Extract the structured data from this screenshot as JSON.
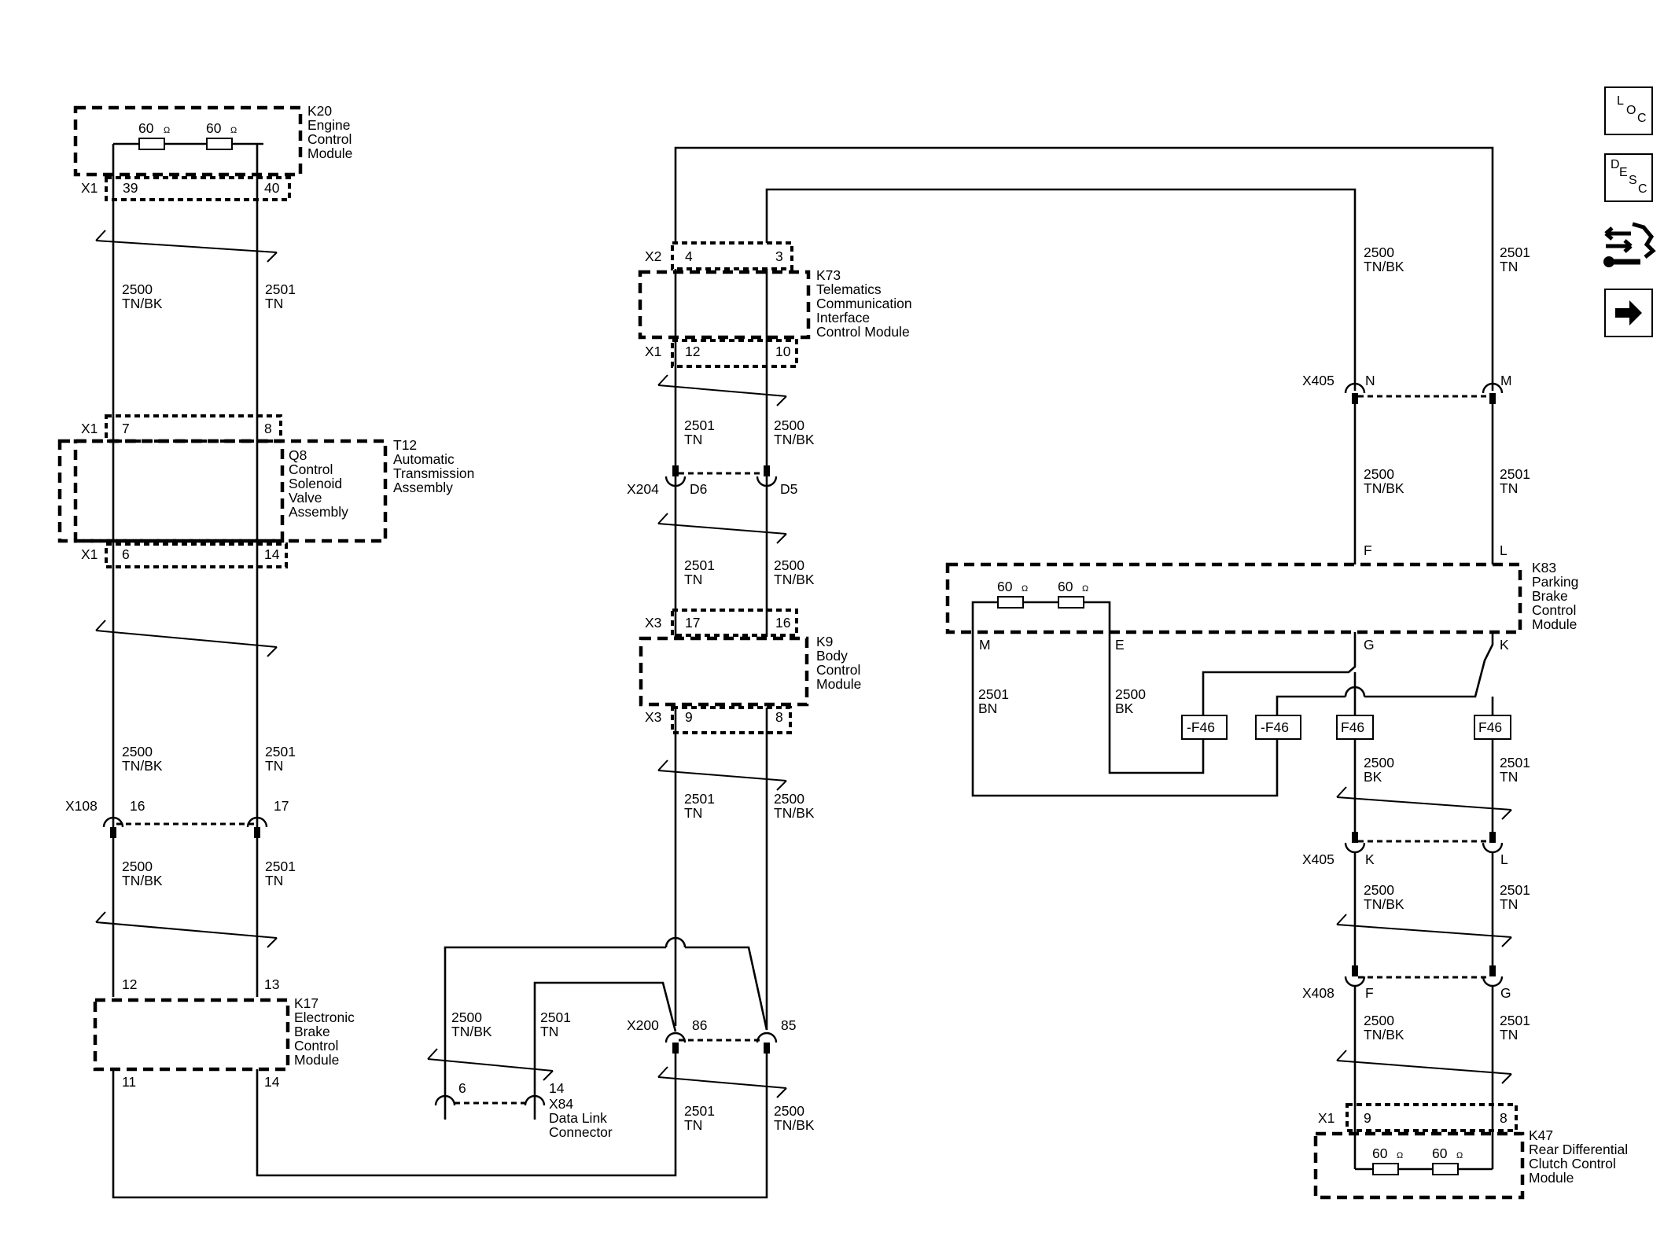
{
  "modules": {
    "k20": {
      "id": "K20",
      "l1": "Engine",
      "l2": "Control",
      "l3": "Module"
    },
    "k73": {
      "id": "K73",
      "l1": "Telematics",
      "l2": "Communication",
      "l3": "Interface",
      "l4": "Control Module"
    },
    "t12": {
      "id": "T12",
      "l1": "Automatic",
      "l2": "Transmission",
      "l3": "Assembly"
    },
    "q8": {
      "id": "Q8",
      "l1": "Control",
      "l2": "Solenoid",
      "l3": "Valve",
      "l4": "Assembly"
    },
    "k9": {
      "id": "K9",
      "l1": "Body",
      "l2": "Control",
      "l3": "Module"
    },
    "k83": {
      "id": "K83",
      "l1": "Parking",
      "l2": "Brake",
      "l3": "Control",
      "l4": "Module"
    },
    "k17": {
      "id": "K17",
      "l1": "Electronic",
      "l2": "Brake",
      "l3": "Control",
      "l4": "Module"
    },
    "x84": {
      "id": "X84",
      "l1": "Data Link",
      "l2": "Connector"
    },
    "k47": {
      "id": "K47",
      "l1": "Rear Differential",
      "l2": "Clutch Control",
      "l3": "Module"
    }
  },
  "resistor": {
    "value": "60",
    "unit": "Ω"
  },
  "connectors": {
    "x1": "X1",
    "x2": "X2",
    "x3": "X3",
    "x405": "X405",
    "x204": "X204",
    "x108": "X108",
    "x200": "X200",
    "x408": "X408"
  },
  "pins": {
    "k20_a": "39",
    "k20_b": "40",
    "k73_x2_a": "4",
    "k73_x2_b": "3",
    "k73_x1_a": "12",
    "k73_x1_b": "10",
    "t12_top_a": "7",
    "t12_top_b": "8",
    "t12_bot_a": "6",
    "t12_bot_b": "14",
    "x405_top_a": "N",
    "x405_top_b": "M",
    "x204_a": "D6",
    "x204_b": "D5",
    "k9_top_a": "17",
    "k9_top_b": "16",
    "k9_bot_a": "9",
    "k9_bot_b": "8",
    "k83_f": "F",
    "k83_l": "L",
    "k83_m": "M",
    "k83_e": "E",
    "k83_g": "G",
    "k83_k": "K",
    "x108_a": "16",
    "x108_b": "17",
    "x405_bot_a": "K",
    "x405_bot_b": "L",
    "k17_top_a": "12",
    "k17_top_b": "13",
    "k17_bot_a": "11",
    "k17_bot_b": "14",
    "x200_a": "86",
    "x200_b": "85",
    "x84_a": "6",
    "x84_b": "14",
    "x408_a": "F",
    "x408_b": "G",
    "k47_a": "9",
    "k47_b": "8"
  },
  "circuits": {
    "c2500": "2500",
    "c2501": "2501",
    "tnbk": "TN/BK",
    "tn": "TN",
    "bn": "BN",
    "bk": "BK"
  },
  "fuses": {
    "neg": "-F46",
    "pos": "F46"
  },
  "side_buttons": {
    "loc": {
      "l": "L",
      "o": "O",
      "c": "C"
    },
    "desc": {
      "d": "D",
      "e": "E",
      "s": "S",
      "c": "C"
    },
    "icons": [
      "harness-route-icon",
      "forward-arrow-icon"
    ]
  }
}
